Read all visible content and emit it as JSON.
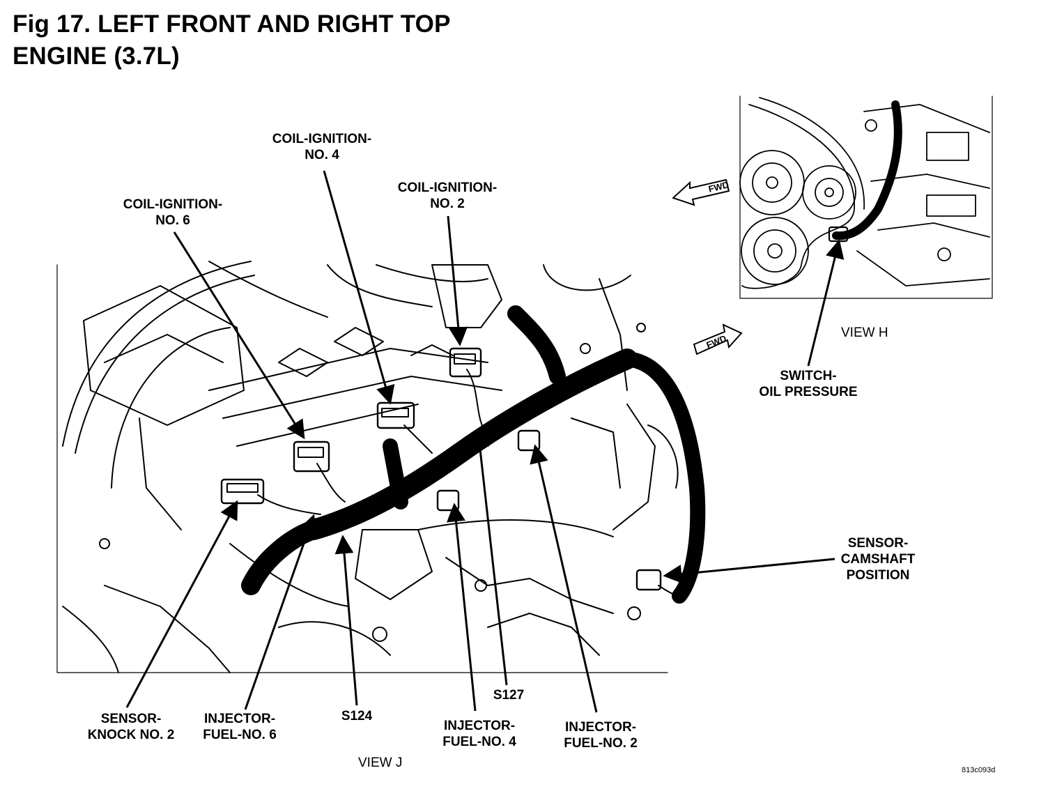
{
  "title": {
    "line1": "Fig 17. LEFT FRONT AND RIGHT TOP",
    "line2": "ENGINE (3.7L)"
  },
  "labels": {
    "coil_ignition_no4": "COIL-IGNITION-\nNO. 4",
    "coil_ignition_no2": "COIL-IGNITION-\nNO. 2",
    "coil_ignition_no6": "COIL-IGNITION-\nNO. 6",
    "switch_oil_pressure": "SWITCH-\nOIL PRESSURE",
    "sensor_camshaft_position": "SENSOR-\nCAMSHAFT\nPOSITION",
    "sensor_knock_no2": "SENSOR-\nKNOCK NO. 2",
    "injector_fuel_no6": "INJECTOR-\nFUEL-NO. 6",
    "s124": "S124",
    "s127": "S127",
    "injector_fuel_no4": "INJECTOR-\nFUEL-NO. 4",
    "injector_fuel_no2": "INJECTOR-\nFUEL-NO. 2"
  },
  "views": {
    "view_h": "VIEW H",
    "view_j": "VIEW J"
  },
  "arrows": {
    "fwd_left": "FWD",
    "fwd_right": "FWD"
  },
  "figure_code": "813c093d"
}
